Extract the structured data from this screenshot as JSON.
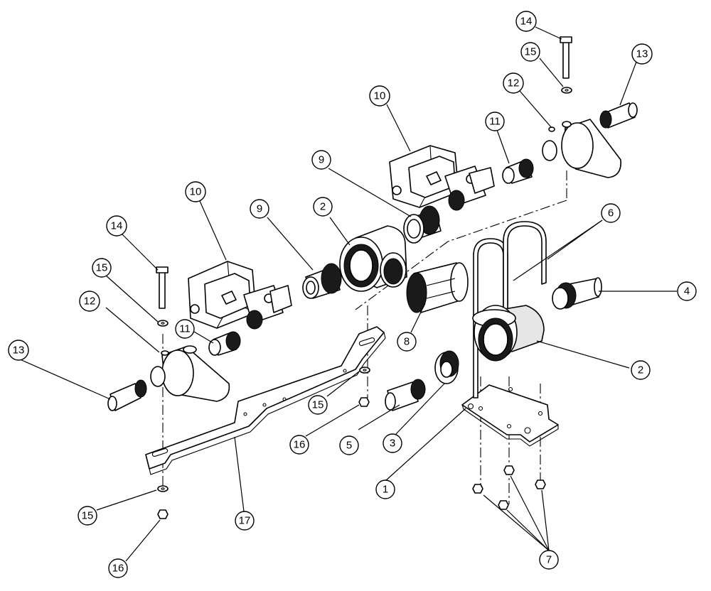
{
  "diagram": {
    "callouts": [
      {
        "id": "c1",
        "label": "1"
      },
      {
        "id": "c2a",
        "label": "2"
      },
      {
        "id": "c2b",
        "label": "2"
      },
      {
        "id": "c3",
        "label": "3"
      },
      {
        "id": "c4",
        "label": "4"
      },
      {
        "id": "c5",
        "label": "5"
      },
      {
        "id": "c6",
        "label": "6"
      },
      {
        "id": "c7",
        "label": "7"
      },
      {
        "id": "c8",
        "label": "8"
      },
      {
        "id": "c9a",
        "label": "9"
      },
      {
        "id": "c9b",
        "label": "9"
      },
      {
        "id": "c10a",
        "label": "10"
      },
      {
        "id": "c10b",
        "label": "10"
      },
      {
        "id": "c11a",
        "label": "11"
      },
      {
        "id": "c11b",
        "label": "11"
      },
      {
        "id": "c12a",
        "label": "12"
      },
      {
        "id": "c12b",
        "label": "12"
      },
      {
        "id": "c13a",
        "label": "13"
      },
      {
        "id": "c13b",
        "label": "13"
      },
      {
        "id": "c14a",
        "label": "14"
      },
      {
        "id": "c14b",
        "label": "14"
      },
      {
        "id": "c15a",
        "label": "15"
      },
      {
        "id": "c15b",
        "label": "15"
      },
      {
        "id": "c15c",
        "label": "15"
      },
      {
        "id": "c15d",
        "label": "15"
      },
      {
        "id": "c16a",
        "label": "16"
      },
      {
        "id": "c16b",
        "label": "16"
      },
      {
        "id": "c17",
        "label": "17"
      }
    ]
  }
}
